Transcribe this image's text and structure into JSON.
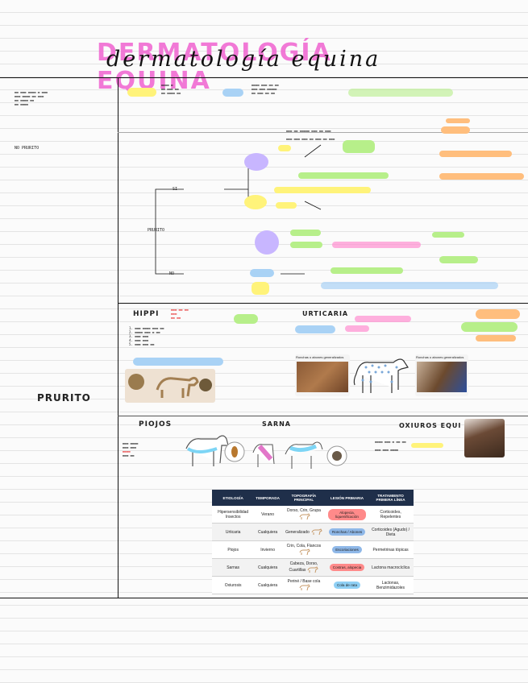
{
  "title": "DERMATOLOGÍA EQUINA",
  "title_script": "dermatología equina",
  "sidebar": {
    "prurito": "PRURITO",
    "no_prurito": "NO PRURITO"
  },
  "sections": {
    "hipersensibilidad": "HIPPI",
    "urticaria": "URTICARIA",
    "piojos": "PIOJOS",
    "sarna": "SARNA",
    "oxiuros": "OXIUROS EQUI",
    "prurito_root": "PRURITO",
    "si": "SI",
    "no": "NO"
  },
  "photos": {
    "urticaria_left": "Ronchas o abones generalizados",
    "urticaria_right": "Ronchas o abones generalizados"
  },
  "colors": {
    "highlight_pink": "#f06bd3",
    "table_header": "#1f2f4a"
  },
  "table": {
    "headers": [
      "ETIOLOGÍA",
      "TEMPORADA",
      "TOPOGRAFÍA PRINCIPAL",
      "LESIÓN PRIMARIA",
      "TRATAMIENTO PRIMERA LÍNEA"
    ],
    "rows": [
      {
        "etiologia": "Hipersensibilidad Insectos",
        "temporada": "Verano",
        "topografia": "Dorso, Crin, Grupa",
        "lesion": "Alopecia, liquenificación",
        "lesion_color": "#ff8a8a",
        "tratamiento": "Corticoides, Repelentes"
      },
      {
        "etiologia": "Urticaria",
        "temporada": "Cualquiera",
        "topografia": "Generalizado",
        "lesion": "Ronchas / Abones",
        "lesion_color": "#8fb8e8",
        "tratamiento": "Corticoides (Agudo) / Dieta"
      },
      {
        "etiologia": "Piojos",
        "temporada": "Invierno",
        "topografia": "Crin, Cola, Flancos",
        "lesion": "Escoriaciones",
        "lesion_color": "#8fb8e8",
        "tratamiento": "Permetrinas tópicas"
      },
      {
        "etiologia": "Sarnas",
        "temporada": "Cualquiera",
        "topografia": "Cabeza, Dorso, Cuartillas",
        "lesion": "Costras, alopecia",
        "lesion_color": "#ff8a8a",
        "tratamiento": "Lactona macrocíclica"
      },
      {
        "etiologia": "Oxiurosis",
        "temporada": "Cualquiera",
        "topografia": "Periné / Base cola",
        "lesion": "Cola de rata",
        "lesion_color": "#8fd0f5",
        "tratamiento": "Lactonas, Benzimidazoles"
      }
    ]
  }
}
